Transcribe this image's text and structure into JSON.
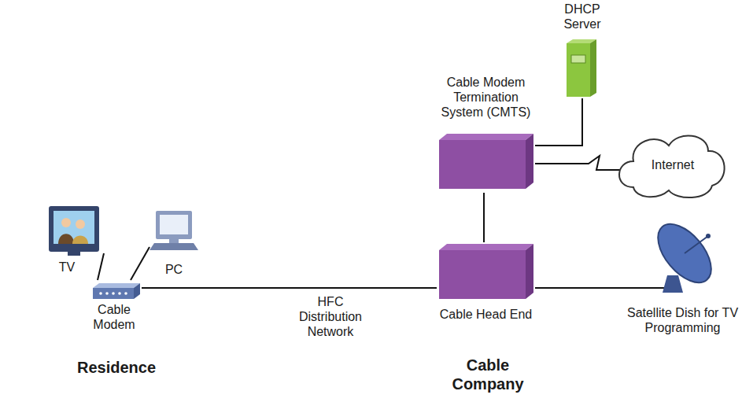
{
  "diagram": {
    "nodes": [
      {
        "text": [
          "Residence"
        ]
      },
      {
        "text": [
          "TV"
        ],
        "in": 0
      },
      {
        "text": [
          "PC"
        ],
        "in": 0
      },
      {
        "text": [
          "Cable Modem"
        ],
        "in": 0
      },
      {
        "text": [
          "DHCP Server"
        ]
      },
      {
        "text": [
          "Cable Company"
        ]
      },
      {
        "text": [
          "Cable Modem Termination System (CMTS)"
        ],
        "in": 5
      },
      {
        "text": [
          "Cable Head End"
        ],
        "in": 5
      },
      {
        "text": [
          "Internet"
        ]
      },
      {
        "text": [
          "Satellite Dish for TV Programming"
        ]
      }
    ],
    "edges": [
      {
        "from": 1,
        "to": 3,
        "arrow": "none"
      },
      {
        "from": 2,
        "to": 3,
        "arrow": "none"
      },
      {
        "from": 3,
        "to": 7,
        "label": "HFC Distribution Network",
        "arrow": "none"
      },
      {
        "from": 7,
        "to": 6,
        "arrow": "none"
      },
      {
        "from": 6,
        "to": 4,
        "arrow": "none"
      },
      {
        "from": 6,
        "to": 8,
        "arrow": "none"
      },
      {
        "from": 7,
        "to": 9,
        "arrow": "none"
      }
    ]
  }
}
